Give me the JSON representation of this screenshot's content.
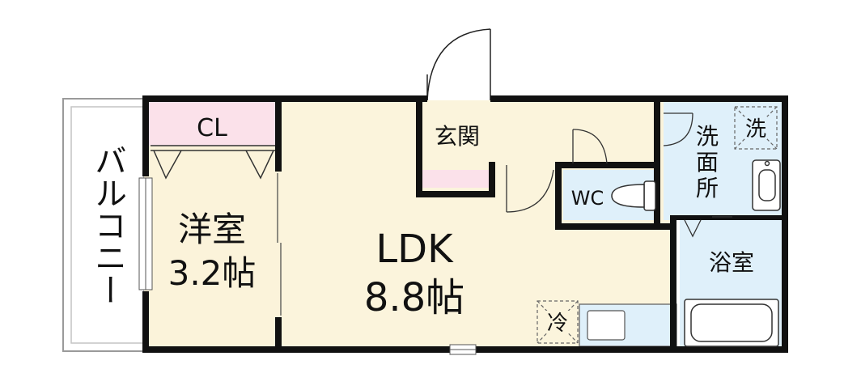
{
  "rooms": {
    "balcony": "バルコニー",
    "closet": "CL",
    "western_room": {
      "name": "洋室",
      "size": "3.2帖"
    },
    "ldk": {
      "name": "LDK",
      "size": "8.8帖"
    },
    "entrance": "玄関",
    "wc": "WC",
    "washroom": [
      "洗",
      "面",
      "所"
    ],
    "washer_space": "洗",
    "bathroom": "浴室",
    "fridge_space": "冷"
  },
  "colors": {
    "wall": "#111111",
    "closet_fill": "#fbe1ea",
    "western_fill": "#fbf3da",
    "ldk_fill": "#fbf4dc",
    "wet_fill": "#dff0fa",
    "balcony_fill": "#ffffff"
  }
}
